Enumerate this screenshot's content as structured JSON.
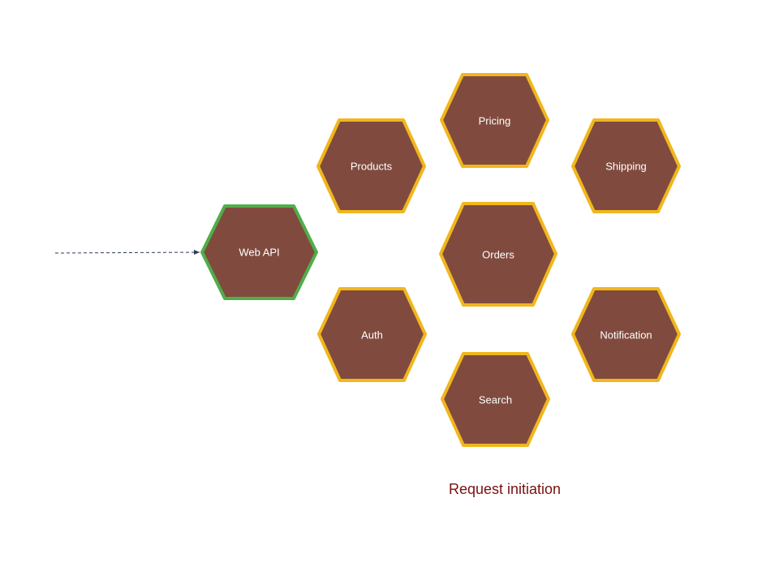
{
  "colors": {
    "hex_fill": "#804b3e",
    "service_border": "#f1b61c",
    "gateway_border": "#4fae4a",
    "label_text": "#ffffff",
    "arrow": "#2e3a5c",
    "caption_text": "#7a1010"
  },
  "gateway": {
    "label": "Web API"
  },
  "services": {
    "pricing": {
      "label": "Pricing"
    },
    "products": {
      "label": "Products"
    },
    "shipping": {
      "label": "Shipping"
    },
    "orders": {
      "label": "Orders"
    },
    "auth": {
      "label": "Auth"
    },
    "notification": {
      "label": "Notification"
    },
    "search": {
      "label": "Search"
    }
  },
  "caption": "Request initiation"
}
